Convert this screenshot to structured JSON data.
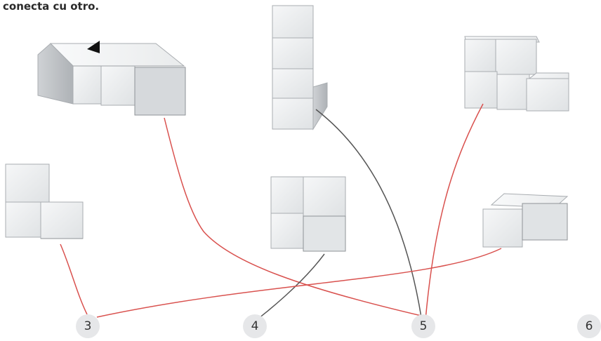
{
  "instruction": "conecta cu otro.",
  "numbers": [
    "3",
    "4",
    "5",
    "6"
  ],
  "colors": {
    "red_line": "#d9514e",
    "gray_line": "#555555",
    "cube_face": "#eceeef",
    "cube_side": "#c9ccce",
    "cube_edge": "#9ea2a6",
    "number_bubble": "#e6e7e9"
  },
  "pieces": [
    {
      "id": "row-of-four",
      "cubes": 4,
      "matched_to": "5",
      "line": "red"
    },
    {
      "id": "tower-of-four",
      "cubes": 4,
      "matched_to": "5",
      "line": "gray"
    },
    {
      "id": "two-by-two-plus-one",
      "cubes": 5,
      "matched_to": "5",
      "line": "red"
    },
    {
      "id": "l-shape-three",
      "cubes": 3,
      "matched_to": "3",
      "line": "red"
    },
    {
      "id": "square-four",
      "cubes": 4,
      "matched_to": "4",
      "line": "gray"
    },
    {
      "id": "corner-three",
      "cubes": 3,
      "matched_to": "3",
      "line": "red"
    }
  ]
}
